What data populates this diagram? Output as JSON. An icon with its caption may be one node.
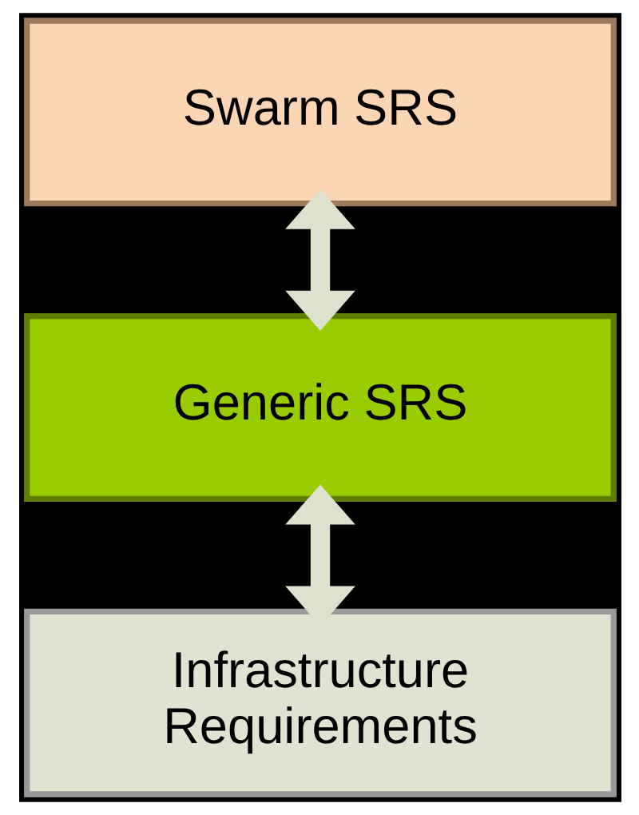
{
  "diagram": {
    "nodes": [
      {
        "text": [
          "Swarm SRS"
        ]
      },
      {
        "text": [
          "Generic SRS"
        ]
      },
      {
        "text": [
          "Infrastructure Requirements"
        ]
      }
    ],
    "edges": [
      {
        "from": 0,
        "to": 1,
        "arrow": "both"
      },
      {
        "from": 1,
        "to": 2,
        "arrow": "both"
      }
    ]
  }
}
